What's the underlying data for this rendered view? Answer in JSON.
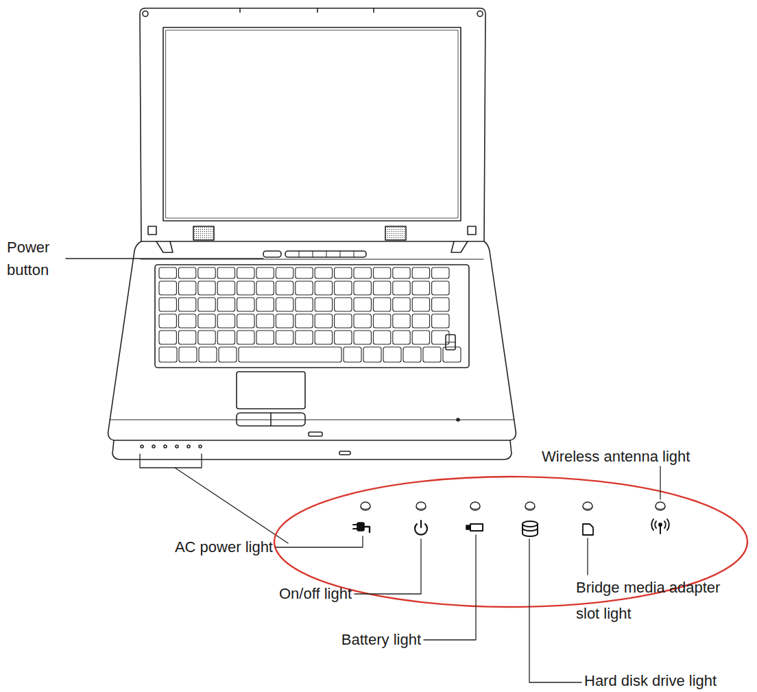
{
  "diagram": {
    "labels": [
      "Power button",
      "Wireless antenna light",
      "AC power light",
      "Bridge media adapter slot light",
      "On/off light",
      "Battery light",
      "Hard disk drive light"
    ]
  }
}
